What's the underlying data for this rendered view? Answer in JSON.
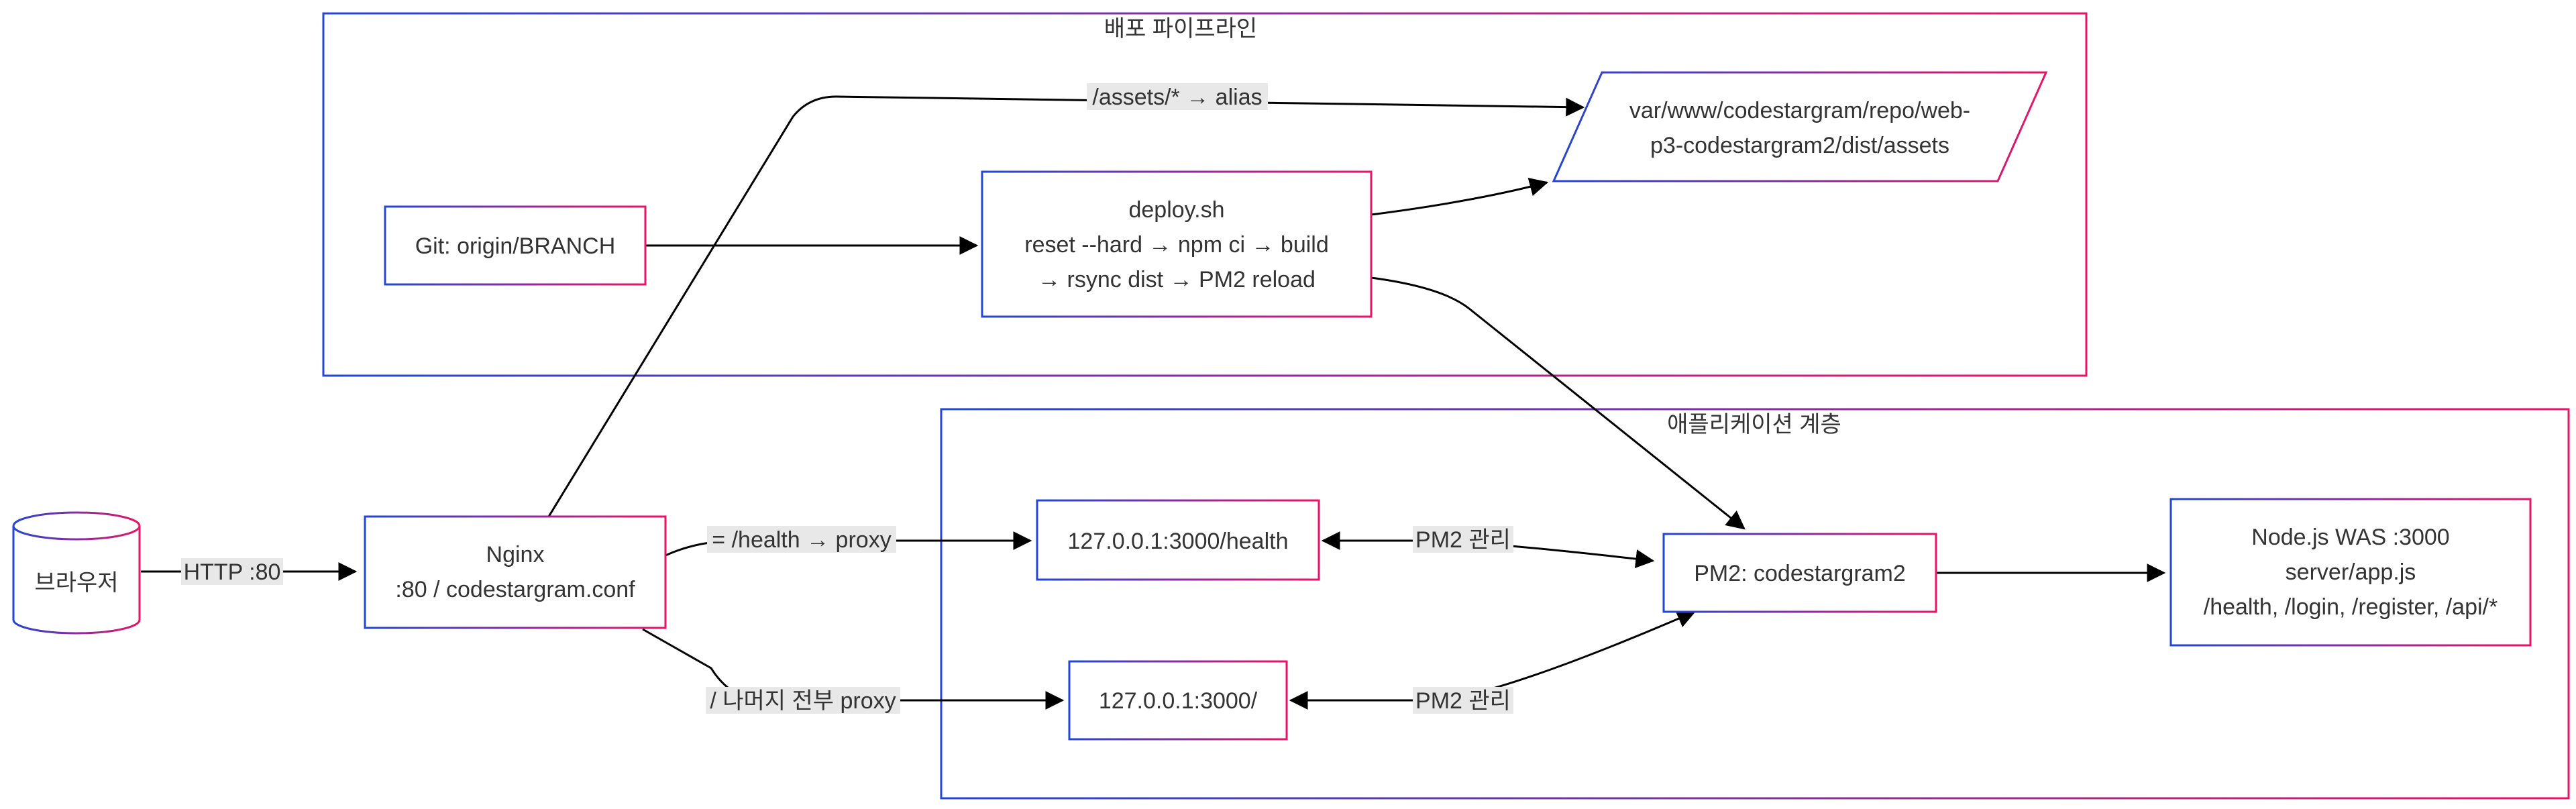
{
  "colors": {
    "border_start": "#2346d6",
    "border_end": "#ea1466",
    "edge": "#000000",
    "label_background": "#e8e8e8",
    "text": "#333333"
  },
  "clusters": {
    "deploy": {
      "title": "배포 파이프라인"
    },
    "app": {
      "title": "애플리케이션 계층"
    }
  },
  "nodes": {
    "browser": {
      "lines": [
        "브라우저"
      ],
      "shape": "cylinder"
    },
    "nginx": {
      "lines": [
        "Nginx",
        ":80 / codestargram.conf"
      ]
    },
    "git": {
      "lines": [
        "Git: origin/BRANCH"
      ]
    },
    "deploy": {
      "lines": [
        "deploy.sh",
        "reset --hard → npm ci → build",
        "→ rsync dist → PM2 reload"
      ]
    },
    "assets": {
      "lines": [
        "var/www/codestargram/repo/web-",
        "p3-codestargram2/dist/assets"
      ],
      "shape": "parallelogram"
    },
    "health": {
      "lines": [
        "127.0.0.1:3000/health"
      ]
    },
    "root": {
      "lines": [
        "127.0.0.1:3000/"
      ]
    },
    "pm2": {
      "lines": [
        "PM2: codestargram2"
      ]
    },
    "node": {
      "lines": [
        "Node.js WAS :3000",
        "server/app.js",
        "/health, /login, /register, /api/*"
      ]
    }
  },
  "edges": {
    "browser_nginx": {
      "label": "HTTP :80"
    },
    "nginx_assets": {
      "label": "/assets/* → alias"
    },
    "nginx_health": {
      "label": "= /health → proxy"
    },
    "nginx_root": {
      "label": "/ 나머지 전부 proxy"
    },
    "pm2_health": {
      "label": "PM2 관리"
    },
    "pm2_root": {
      "label": "PM2 관리"
    },
    "git_deploy": {
      "label": ""
    },
    "deploy_assets": {
      "label": ""
    },
    "deploy_pm2": {
      "label": ""
    },
    "pm2_node": {
      "label": ""
    }
  }
}
